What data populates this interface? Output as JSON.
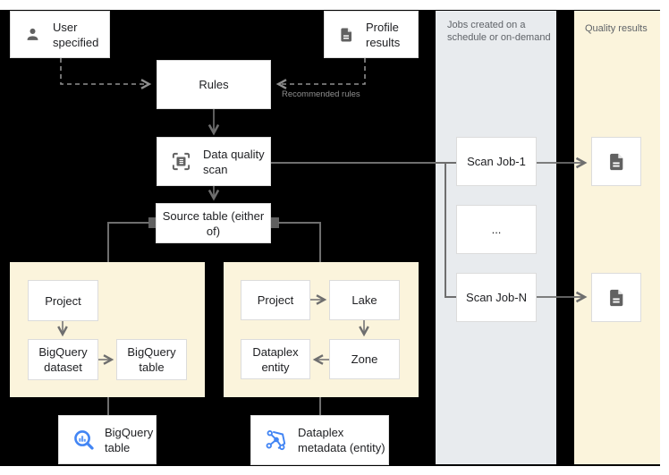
{
  "diagram": {
    "nodes": {
      "user_specified": "User specified",
      "profile_results": "Profile results",
      "rules": "Rules",
      "data_quality_scan": "Data quality scan",
      "source_table": "Source table (either of)",
      "project_left": "Project",
      "bigquery_dataset": "BigQuery dataset",
      "bigquery_table_small": "BigQuery table",
      "project_right": "Project",
      "lake": "Lake",
      "dataplex_entity": "Dataplex entity",
      "zone": "Zone",
      "scan_job_1": "Scan Job-1",
      "scan_jobs_ellipsis": "...",
      "scan_job_n": "Scan Job-N",
      "bigquery_table_big": "BigQuery table",
      "dataplex_metadata": "Dataplex metadata (entity)"
    },
    "column_headers": {
      "jobs": "Jobs created on a schedule or on-demand",
      "quality": "Quality results"
    },
    "annotations": {
      "recommended_rules": "Recommended rules"
    },
    "icons": {
      "user_specified": "person-icon",
      "profile_results": "document-icon",
      "data_quality_scan": "scan-frame-document-icon",
      "quality_result": "document-icon",
      "bigquery_table": "bigquery-magnifier-icon",
      "dataplex_metadata": "dataplex-network-icon"
    },
    "colors": {
      "canvas_background": "#000000",
      "cream_panel": "#fbf4dc",
      "gray_panel": "#e8ebee",
      "node_background": "#ffffff",
      "node_border": "#dcdcdc",
      "node_text": "#202124",
      "muted_text": "#5f6368",
      "solid_connector": "#6e6e6e",
      "dashed_connector": "#8f8f8f",
      "gray_icon": "#616161",
      "blue_icon": "#4285f4",
      "blue_icon_light": "#669df6"
    }
  }
}
